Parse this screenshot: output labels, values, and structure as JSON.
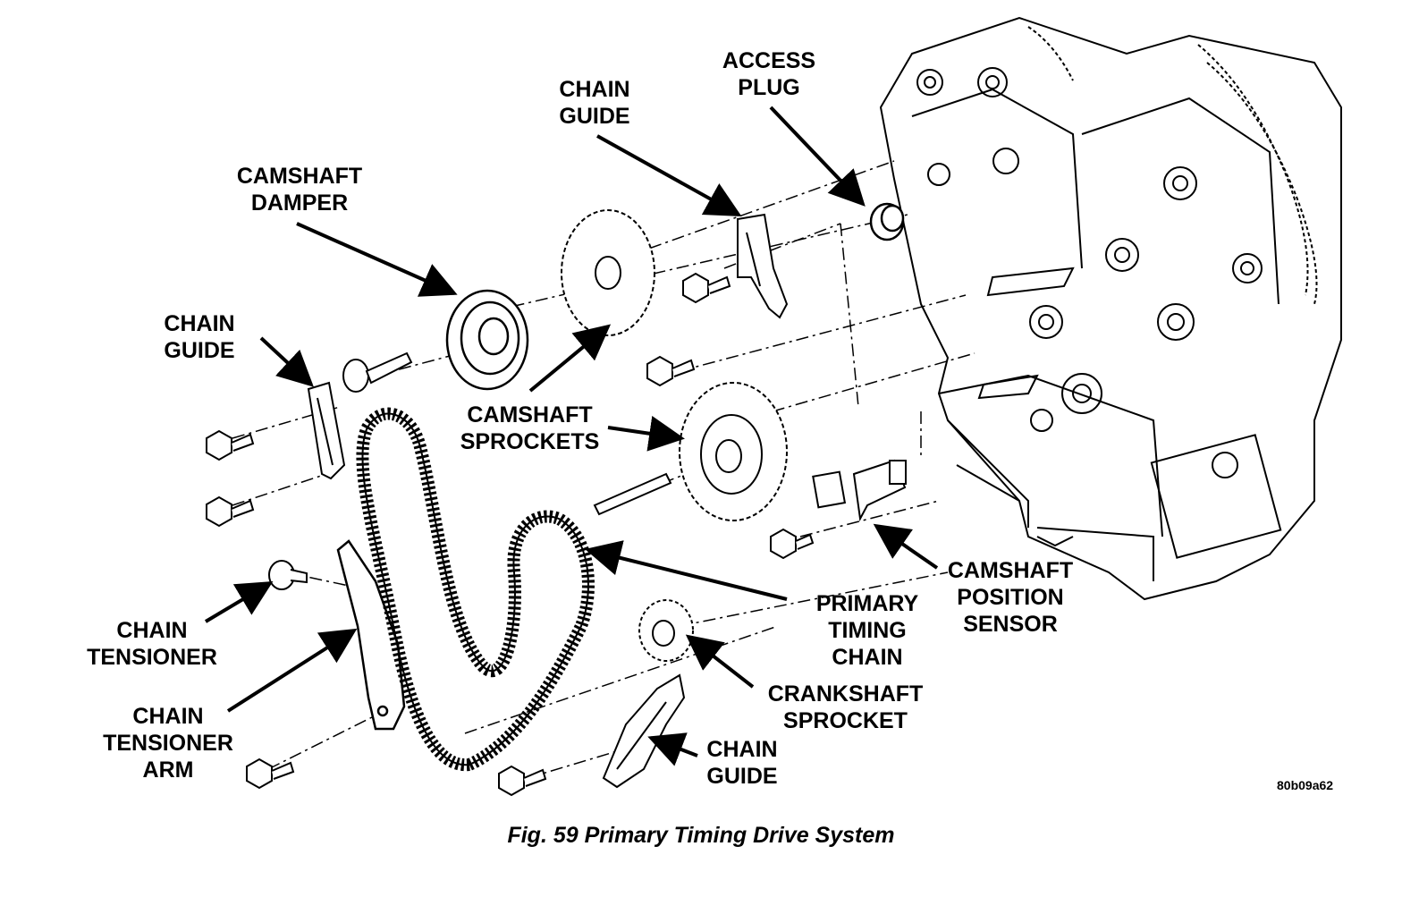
{
  "labels": {
    "access_plug": [
      "ACCESS",
      "PLUG"
    ],
    "chain_guide_top": [
      "CHAIN",
      "GUIDE"
    ],
    "camshaft_damper": [
      "CAMSHAFT",
      "DAMPER"
    ],
    "chain_guide_left": [
      "CHAIN",
      "GUIDE"
    ],
    "camshaft_sprockets": [
      "CAMSHAFT",
      "SPROCKETS"
    ],
    "chain_tensioner": [
      "CHAIN",
      "TENSIONER"
    ],
    "chain_tensioner_arm": [
      "CHAIN",
      "TENSIONER",
      "ARM"
    ],
    "camshaft_position_sensor": [
      "CAMSHAFT",
      "POSITION",
      "SENSOR"
    ],
    "primary_timing_chain": [
      "PRIMARY",
      "TIMING",
      "CHAIN"
    ],
    "crankshaft_sprocket": [
      "CRANKSHAFT",
      "SPROCKET"
    ],
    "chain_guide_bottom": [
      "CHAIN",
      "GUIDE"
    ]
  },
  "figure_code": "80b09a62",
  "caption": "Fig. 59 Primary Timing Drive System"
}
